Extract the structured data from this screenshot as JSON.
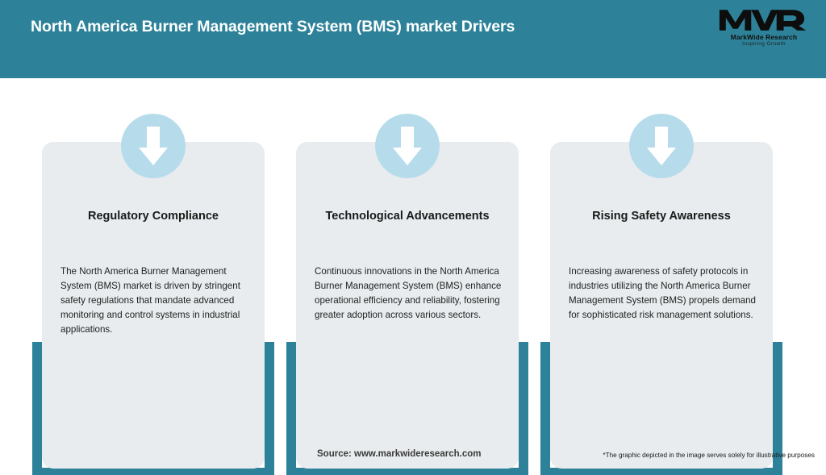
{
  "header": {
    "title": "North America Burner Management System (BMS) market Drivers",
    "background_color": "#2d8299",
    "title_color": "#ffffff"
  },
  "logo": {
    "mark": "MWR",
    "name": "MarkWide Research",
    "tagline": "Inspiring Growth"
  },
  "cards": [
    {
      "icon": "down-arrow-icon",
      "title": "Regulatory Compliance",
      "body": "The North America Burner Management System (BMS) market is driven by stringent safety regulations that mandate advanced monitoring and control systems in industrial applications."
    },
    {
      "icon": "down-arrow-icon",
      "title": "Technological Advancements",
      "body": "Continuous innovations in the North America Burner Management System (BMS) enhance operational efficiency and reliability, fostering greater adoption across various sectors."
    },
    {
      "icon": "down-arrow-icon",
      "title": "Rising Safety Awareness",
      "body": "Increasing awareness of safety protocols in industries utilizing the North America Burner Management System (BMS) propels demand for sophisticated risk management solutions."
    }
  ],
  "footer": {
    "source": "Source: www.markwideresearch.com",
    "disclaimer": "*The graphic depicted in the image serves solely for illustrative purposes"
  },
  "colors": {
    "teal": "#2d8299",
    "panel_grey": "#e8ecee",
    "badge_blue": "#b6dcec",
    "arrow_white": "#ffffff"
  }
}
